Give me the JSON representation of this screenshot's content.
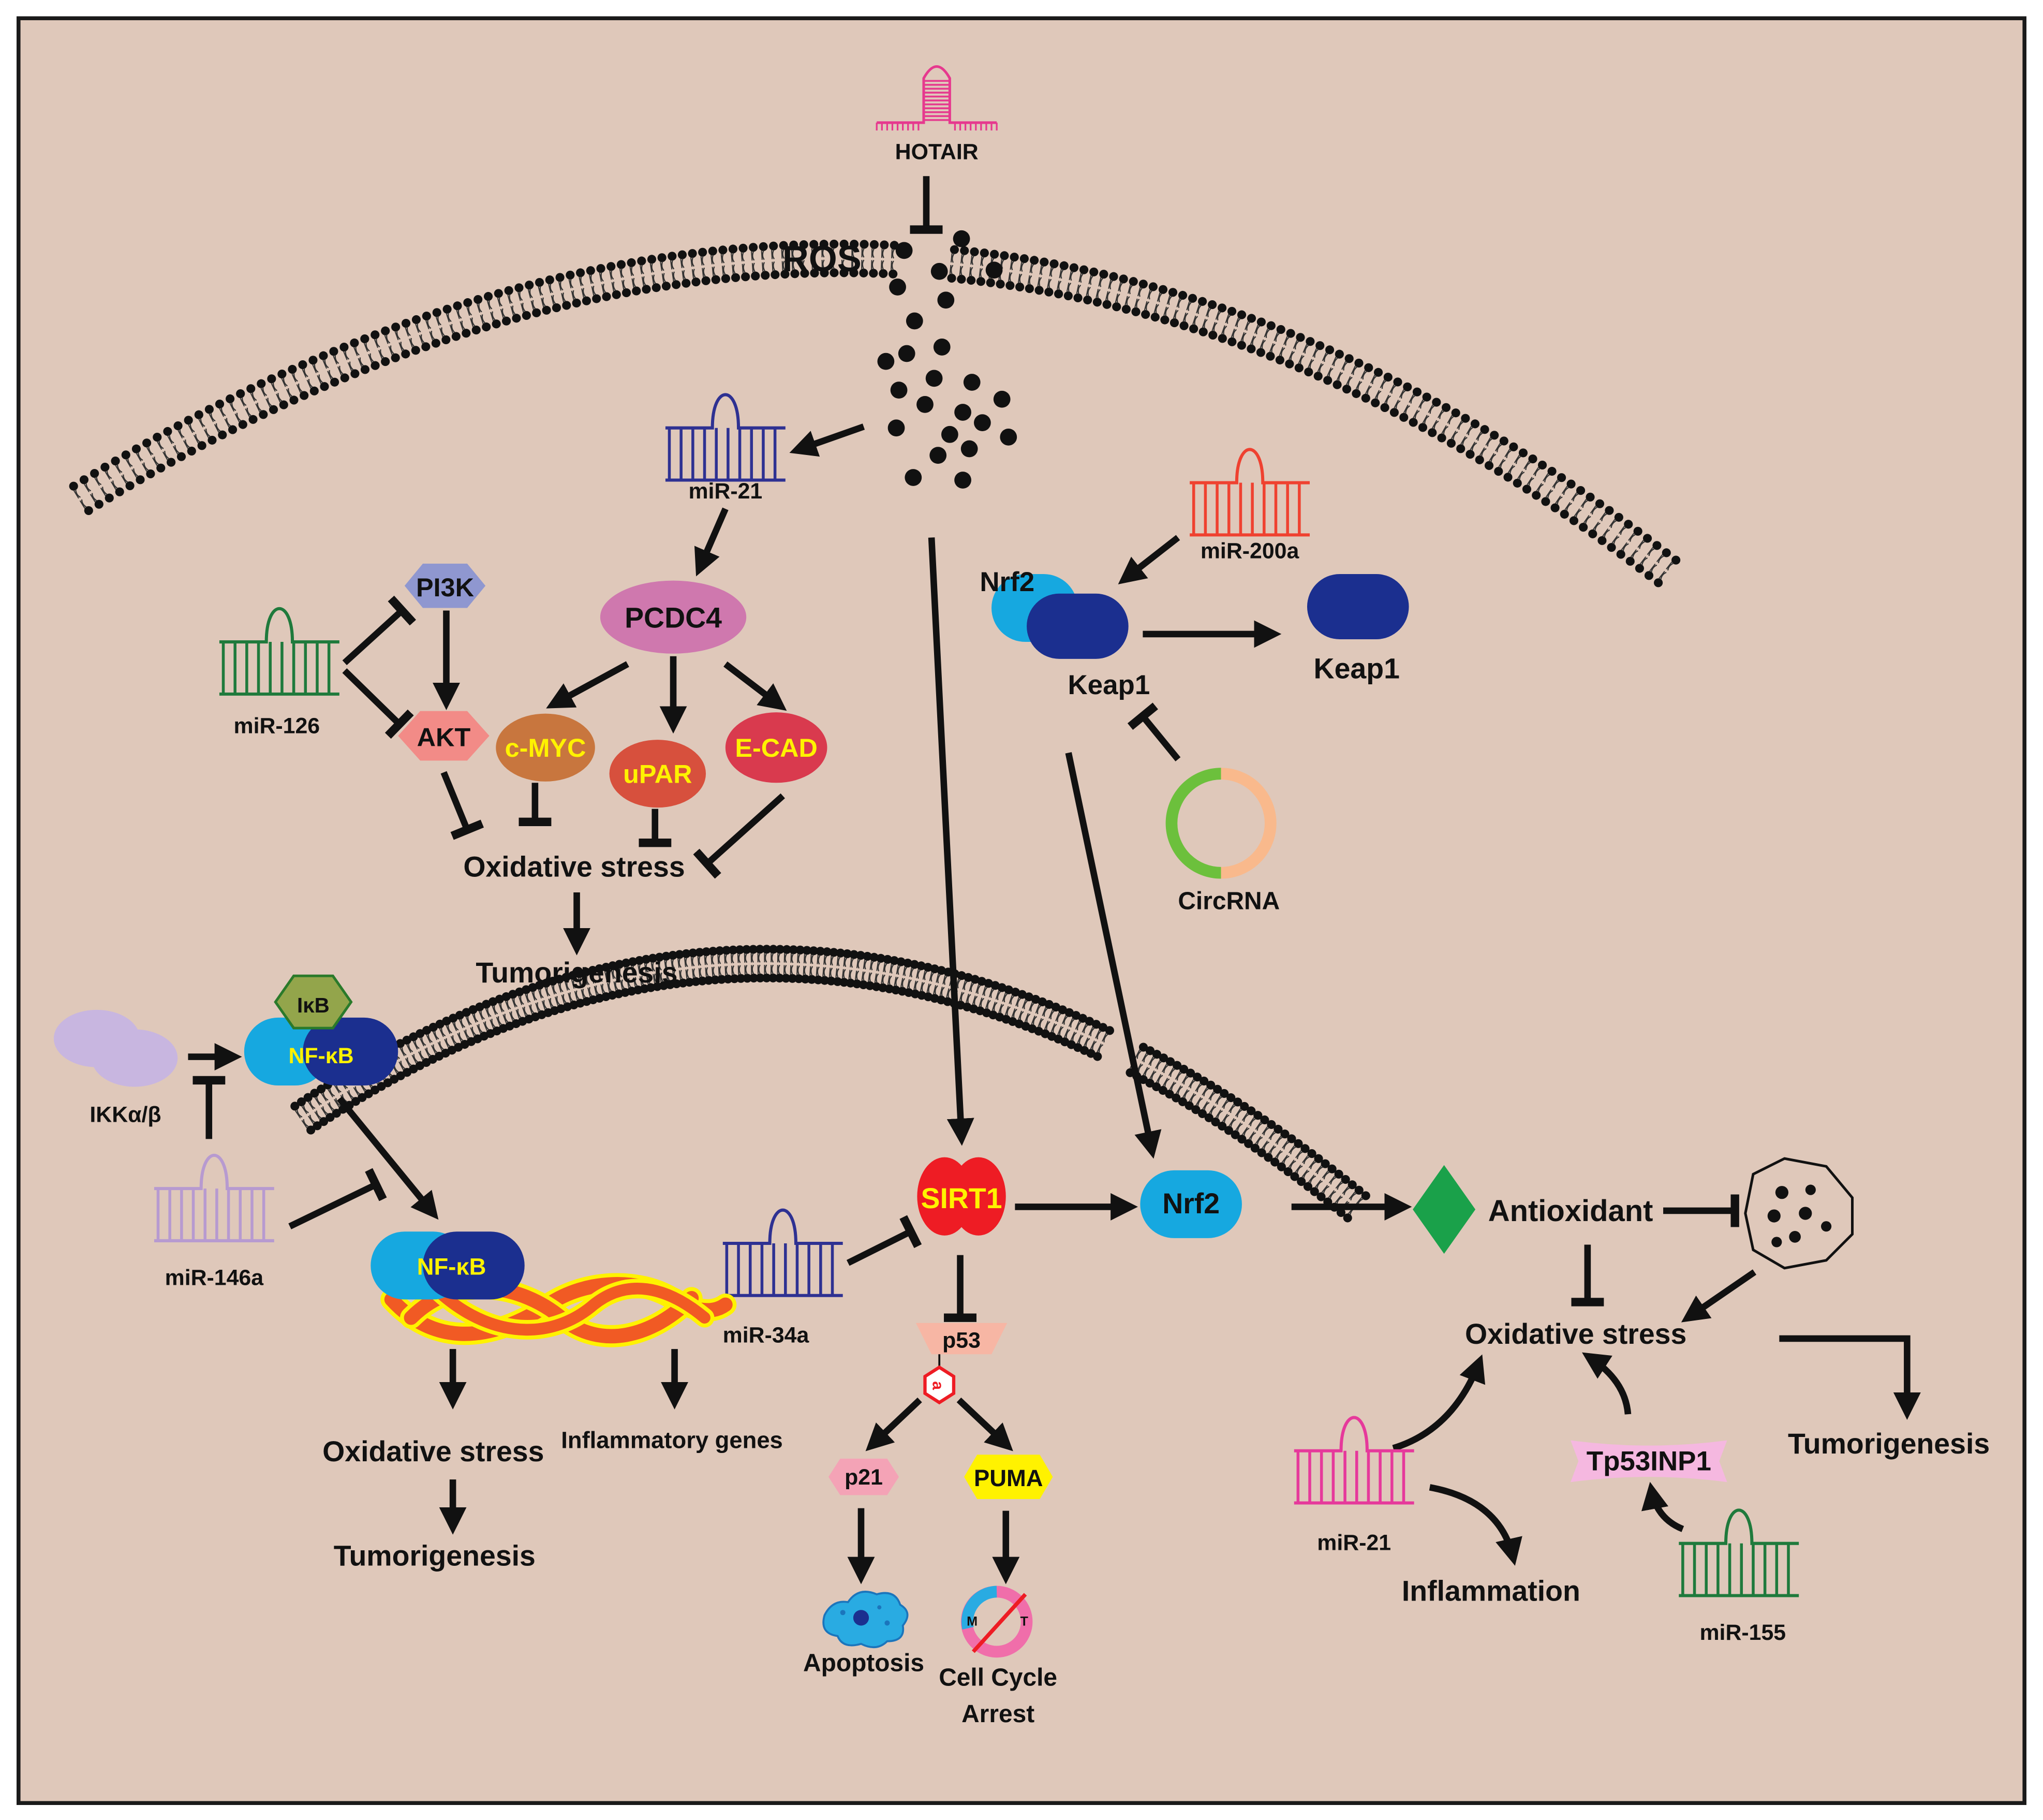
{
  "rna": {
    "hotair": "HOTAIR",
    "mir21_top": "miR-21",
    "mir200a": "miR-200a",
    "mir126": "miR-126",
    "mir146a": "miR-146a",
    "mir34a": "miR-34a",
    "mir21_right": "miR-21",
    "mir155": "miR-155",
    "circrna": "CircRNA"
  },
  "labels": {
    "ros": "ROS",
    "pi3k": "PI3K",
    "akt": "AKT",
    "pcdc4": "PCDC4",
    "cmyc": "c-MYC",
    "upar": "uPAR",
    "ecad": "E-CAD",
    "oxidative_stress_top": "Oxidative stress",
    "tumorigenesis_top": "Tumorigenesis",
    "nrf2_complex": "Nrf2",
    "keap1_complex": "Keap1",
    "keap1_free": "Keap1",
    "ikb": "IκB",
    "nfkb_cyto": "NF-κB",
    "ikk": "IKKα/β",
    "nfkb_nuclear": "NF-κB",
    "oxidative_stress_nfkb": "Oxidative stress",
    "inflammatory_genes": "Inflammatory genes",
    "tumorigenesis_nfkb": "Tumorigenesis",
    "sirt1": "SIRT1",
    "nrf2_nuclear": "Nrf2",
    "p53": "p53",
    "p21": "p21",
    "puma": "PUMA",
    "apoptosis": "Apoptosis",
    "cell_cycle_1": "Cell Cycle",
    "cell_cycle_2": "Arrest",
    "cell_cycle_m": "M",
    "cell_cycle_t": "T",
    "antioxidant": "Antioxidant",
    "oxidative_stress_right": "Oxidative stress",
    "tumorigenesis_right": "Tumorigenesis",
    "tp53inp1": "Tp53INP1",
    "inflammation": "Inflammation"
  },
  "colors": {
    "background": "#dfc8ba",
    "hotair": "#e6398e",
    "mir21_top": "#2e3192",
    "mir200a": "#ef4130",
    "mir126": "#1f7a3c",
    "mir146a": "#b79ad0",
    "mir34a": "#2e3192",
    "mir21_right": "#e6399b",
    "mir155": "#1f7a3c",
    "pi3k": "#8f97d0",
    "akt": "#f28b87",
    "pcdc4": "#cf78ae",
    "cmyc": "#c8763e",
    "upar": "#d7503d",
    "ecad": "#d93a4e",
    "nrf2": "#16a8e0",
    "keap1": "#1b2f8f",
    "nfkb_light": "#16a8e0",
    "nfkb_dark": "#1b2f8f",
    "ikb": "#93a54b",
    "ikk": "#c8b6e0",
    "sirt1": "#ee1c24",
    "yellow_text": "#fff200",
    "antioxidant": "#1aa14a",
    "p53": "#f7b6a4",
    "p21": "#f4a3b6",
    "puma": "#fff200",
    "circ_green": "#6cc03c",
    "circ_orange": "#f9b98c",
    "tp53inp1": "#f5b8e0",
    "dna_orange": "#f15a24",
    "dna_yellow": "#fff200"
  }
}
